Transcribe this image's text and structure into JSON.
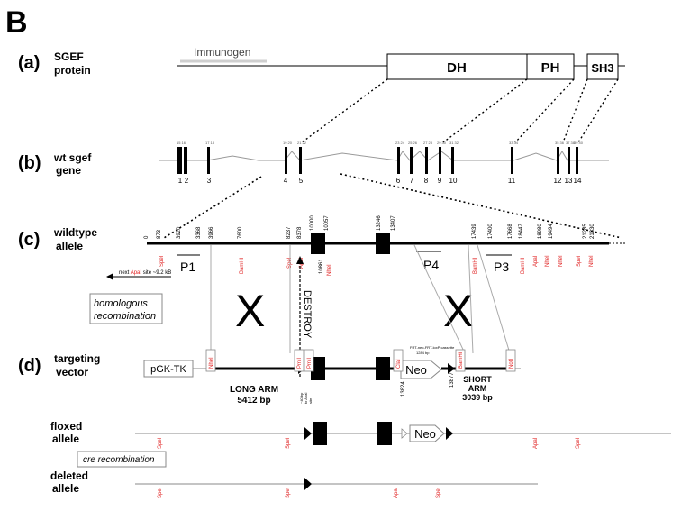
{
  "panel_letter": "B",
  "rows": {
    "a": {
      "tag": "(a)",
      "title1": "SGEF",
      "title2": "protein"
    },
    "b": {
      "tag": "(b)",
      "title1": "wt sgef",
      "title2": "gene"
    },
    "c": {
      "tag": "(c)",
      "title1": "wildtype",
      "title2": "allele"
    },
    "d": {
      "tag": "(d)",
      "title1": "targeting",
      "title2": "vector"
    },
    "floxed": {
      "title1": "floxed",
      "title2": "allele"
    },
    "deleted": {
      "title1": "deleted",
      "title2": "allele"
    }
  },
  "protein": {
    "immunogen": "Immunogen",
    "domains": [
      "DH",
      "PH",
      "SH3"
    ]
  },
  "exons": [
    "1",
    "2",
    "3",
    "4",
    "5",
    "6",
    "7",
    "8",
    "9",
    "10",
    "11",
    "12",
    "13",
    "14"
  ],
  "wildtype": {
    "coords": [
      "0",
      "873",
      "3920",
      "3368",
      "3966",
      "7600",
      "8237",
      "8378",
      "10000",
      "10057",
      "13246",
      "13407",
      "17439",
      "17400",
      "17668",
      "18447",
      "18980",
      "19494",
      "21285",
      "21330"
    ],
    "sites": [
      "SpeI",
      "BamHI",
      "SpeI",
      "ApaI",
      "NheI",
      "BamHI",
      "BamHI",
      "ApaI",
      "NheI",
      "NheI",
      "SpeI",
      "NheI"
    ],
    "extra_coord": "10861",
    "probes": [
      "P1",
      "P4",
      "P3"
    ],
    "next_apai_prefix": "next ",
    "next_apai_site": "ApaI",
    "next_apai_suffix": " site ~9.2 kB"
  },
  "homologous_recombination": [
    "homologous",
    "recombination"
  ],
  "crossover_symbol": "X",
  "destroy_label": "DESTROY",
  "targeting": {
    "pgk_tk": "pGK-TK",
    "long_arm": [
      "LONG ARM",
      "5412 bp"
    ],
    "short_arm": [
      "SHORT",
      "ARM",
      "3039 bp"
    ],
    "neo": "Neo",
    "cassette_note": [
      "FRT-neo-FRT-loxP cassette",
      "1284 bp"
    ],
    "coords": [
      "13824",
      "13877"
    ],
    "small_note": [
      "~40 bp",
      "to ApaI",
      "site"
    ],
    "sites": [
      "NheI",
      "PmlI",
      "PmlI",
      "ClaI",
      "BamHI",
      "NotI"
    ]
  },
  "floxed": {
    "neo": "Neo",
    "sites": [
      "SpeI",
      "SpeI",
      "ApaI",
      "SpeI"
    ]
  },
  "cre_recombination": "cre recombination",
  "deleted": {
    "sites": [
      "SpeI",
      "SpeI",
      "ApaI",
      "SpeI"
    ]
  },
  "colors": {
    "site_red": "#e02020",
    "line": "#000000",
    "thin_line": "#9a9a9a",
    "box_border": "#888888",
    "immunogen": "#cfcfcf"
  }
}
